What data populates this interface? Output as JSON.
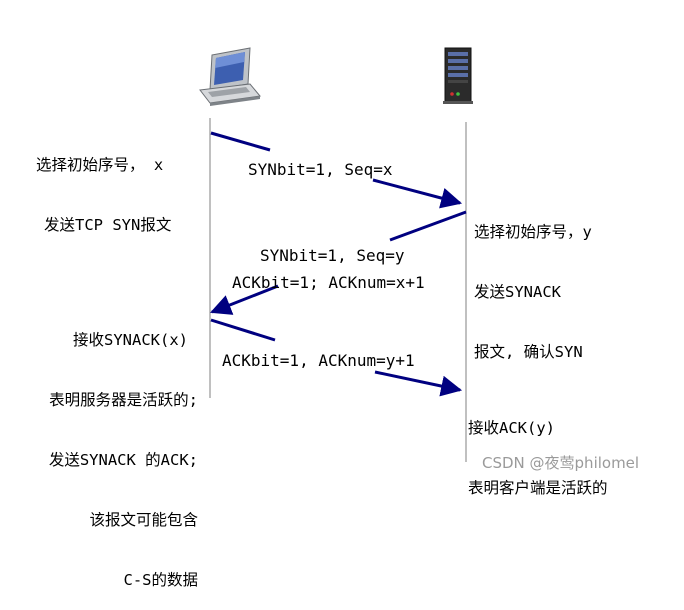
{
  "colors": {
    "arrow": "#000080",
    "timeline": "#808080"
  },
  "icons": {
    "client": "desktop-computer-icon",
    "server": "server-tower-icon"
  },
  "client_notes": {
    "syn_note": [
      "选择初始序号， x",
      "发送TCP SYN报文"
    ],
    "synack_recv_note": [
      "接收SYNACK(x)",
      "表明服务器是活跃的;",
      "发送SYNACK 的ACK;",
      "该报文可能包含",
      "C-S的数据"
    ]
  },
  "server_notes": {
    "synack_note": [
      "选择初始序号，y",
      "发送SYNACK",
      "报文, 确认SYN"
    ],
    "ack_recv_note": [
      "接收ACK(y)",
      "表明客户端是活跃的"
    ]
  },
  "messages": {
    "syn": "SYNbit=1, Seq=x",
    "synack_line1": "SYNbit=1, Seq=y",
    "synack_line2": "ACKbit=1; ACKnum=x+1",
    "ack": "ACKbit=1, ACKnum=y+1"
  },
  "watermark": "CSDN @夜莺philomel"
}
